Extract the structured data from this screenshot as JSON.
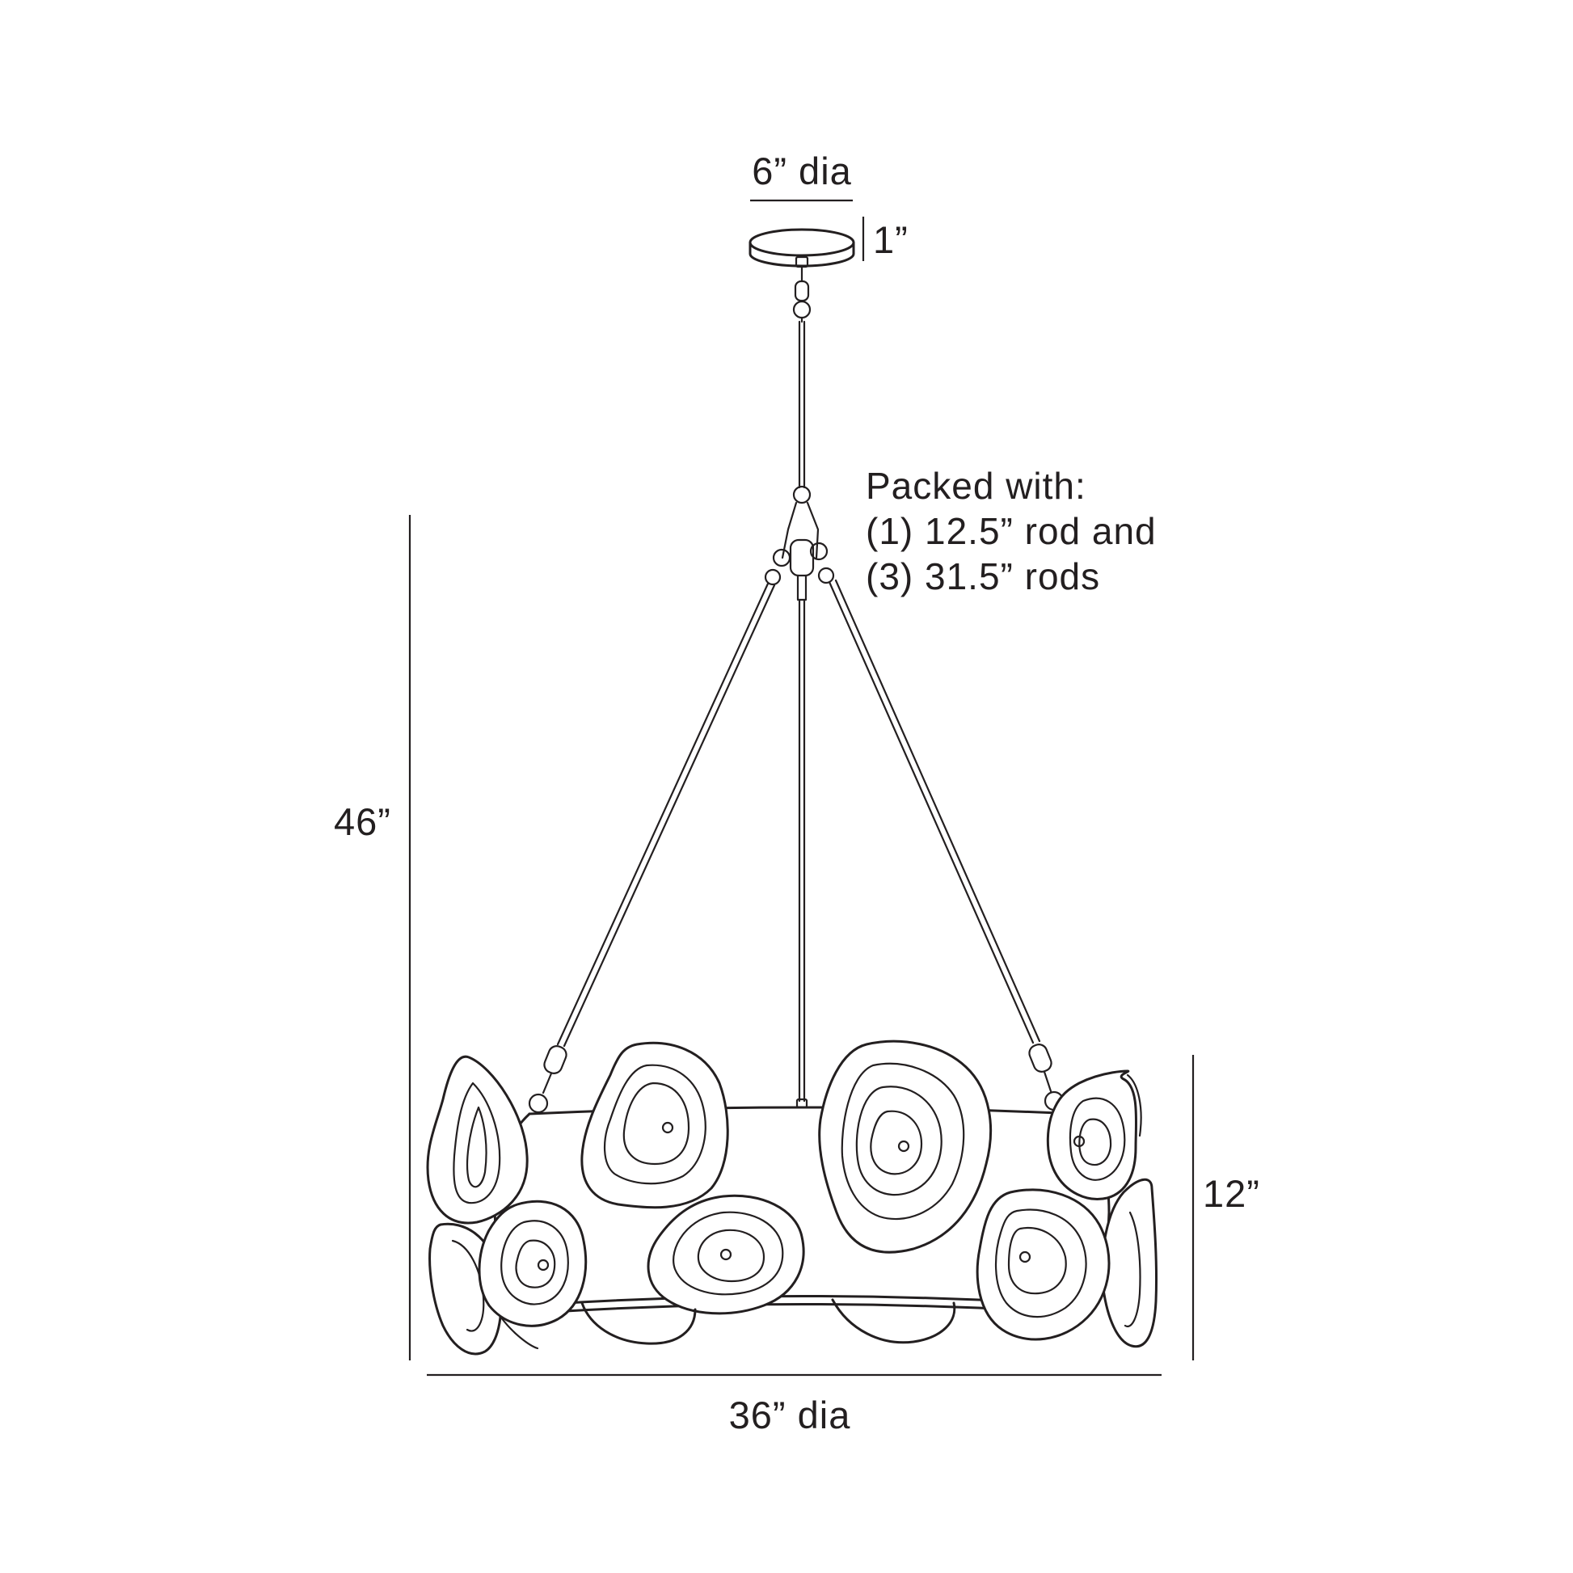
{
  "dimensions": {
    "canopy_diameter": "6” dia",
    "canopy_height": "1”",
    "overall_height": "46”",
    "shade_height": "12”",
    "shade_diameter": "36” dia"
  },
  "packing_note": {
    "line1": "Packed with:",
    "line2": "(1) 12.5” rod and",
    "line3": "(3) 31.5” rods"
  }
}
